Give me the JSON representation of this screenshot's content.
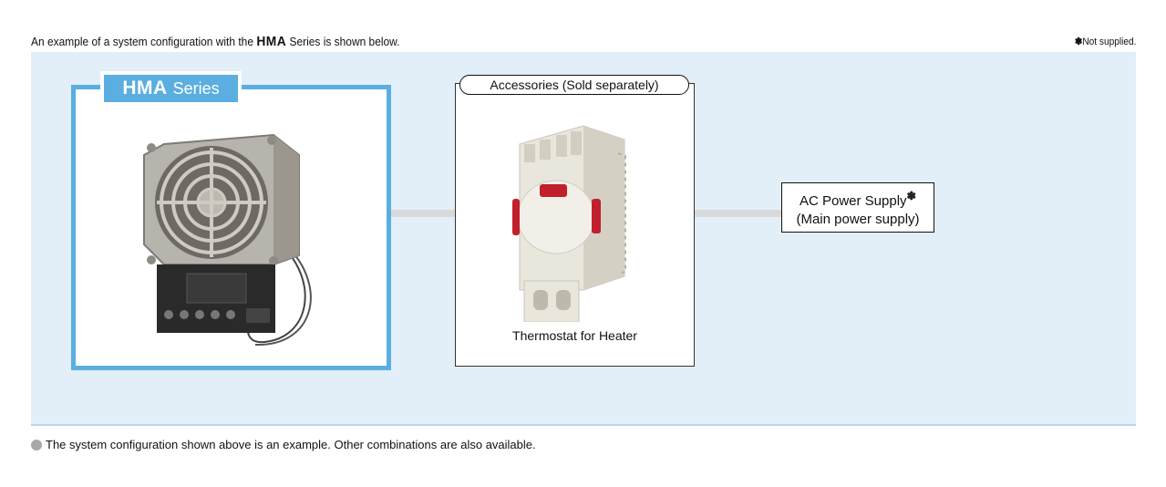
{
  "intro": {
    "prefix": "An example of a system configuration with the",
    "series": "HMA",
    "suffix": "Series is shown below."
  },
  "note": {
    "star": "✽",
    "text": "Not supplied."
  },
  "heater": {
    "series_name": "HMA",
    "series_word": "Series"
  },
  "accessories": {
    "tag": "Accessories (Sold separately)",
    "caption": "Thermostat for Heater"
  },
  "power": {
    "line1": "AC Power Supply",
    "star": "✽",
    "line2": "(Main power supply)"
  },
  "footnote": "The system configuration shown above is an example. Other combinations are also available.",
  "colors": {
    "panel_bg": "#e2eff9",
    "series_blue": "#5aaee0",
    "wire_gray": "#d9d9d9"
  }
}
